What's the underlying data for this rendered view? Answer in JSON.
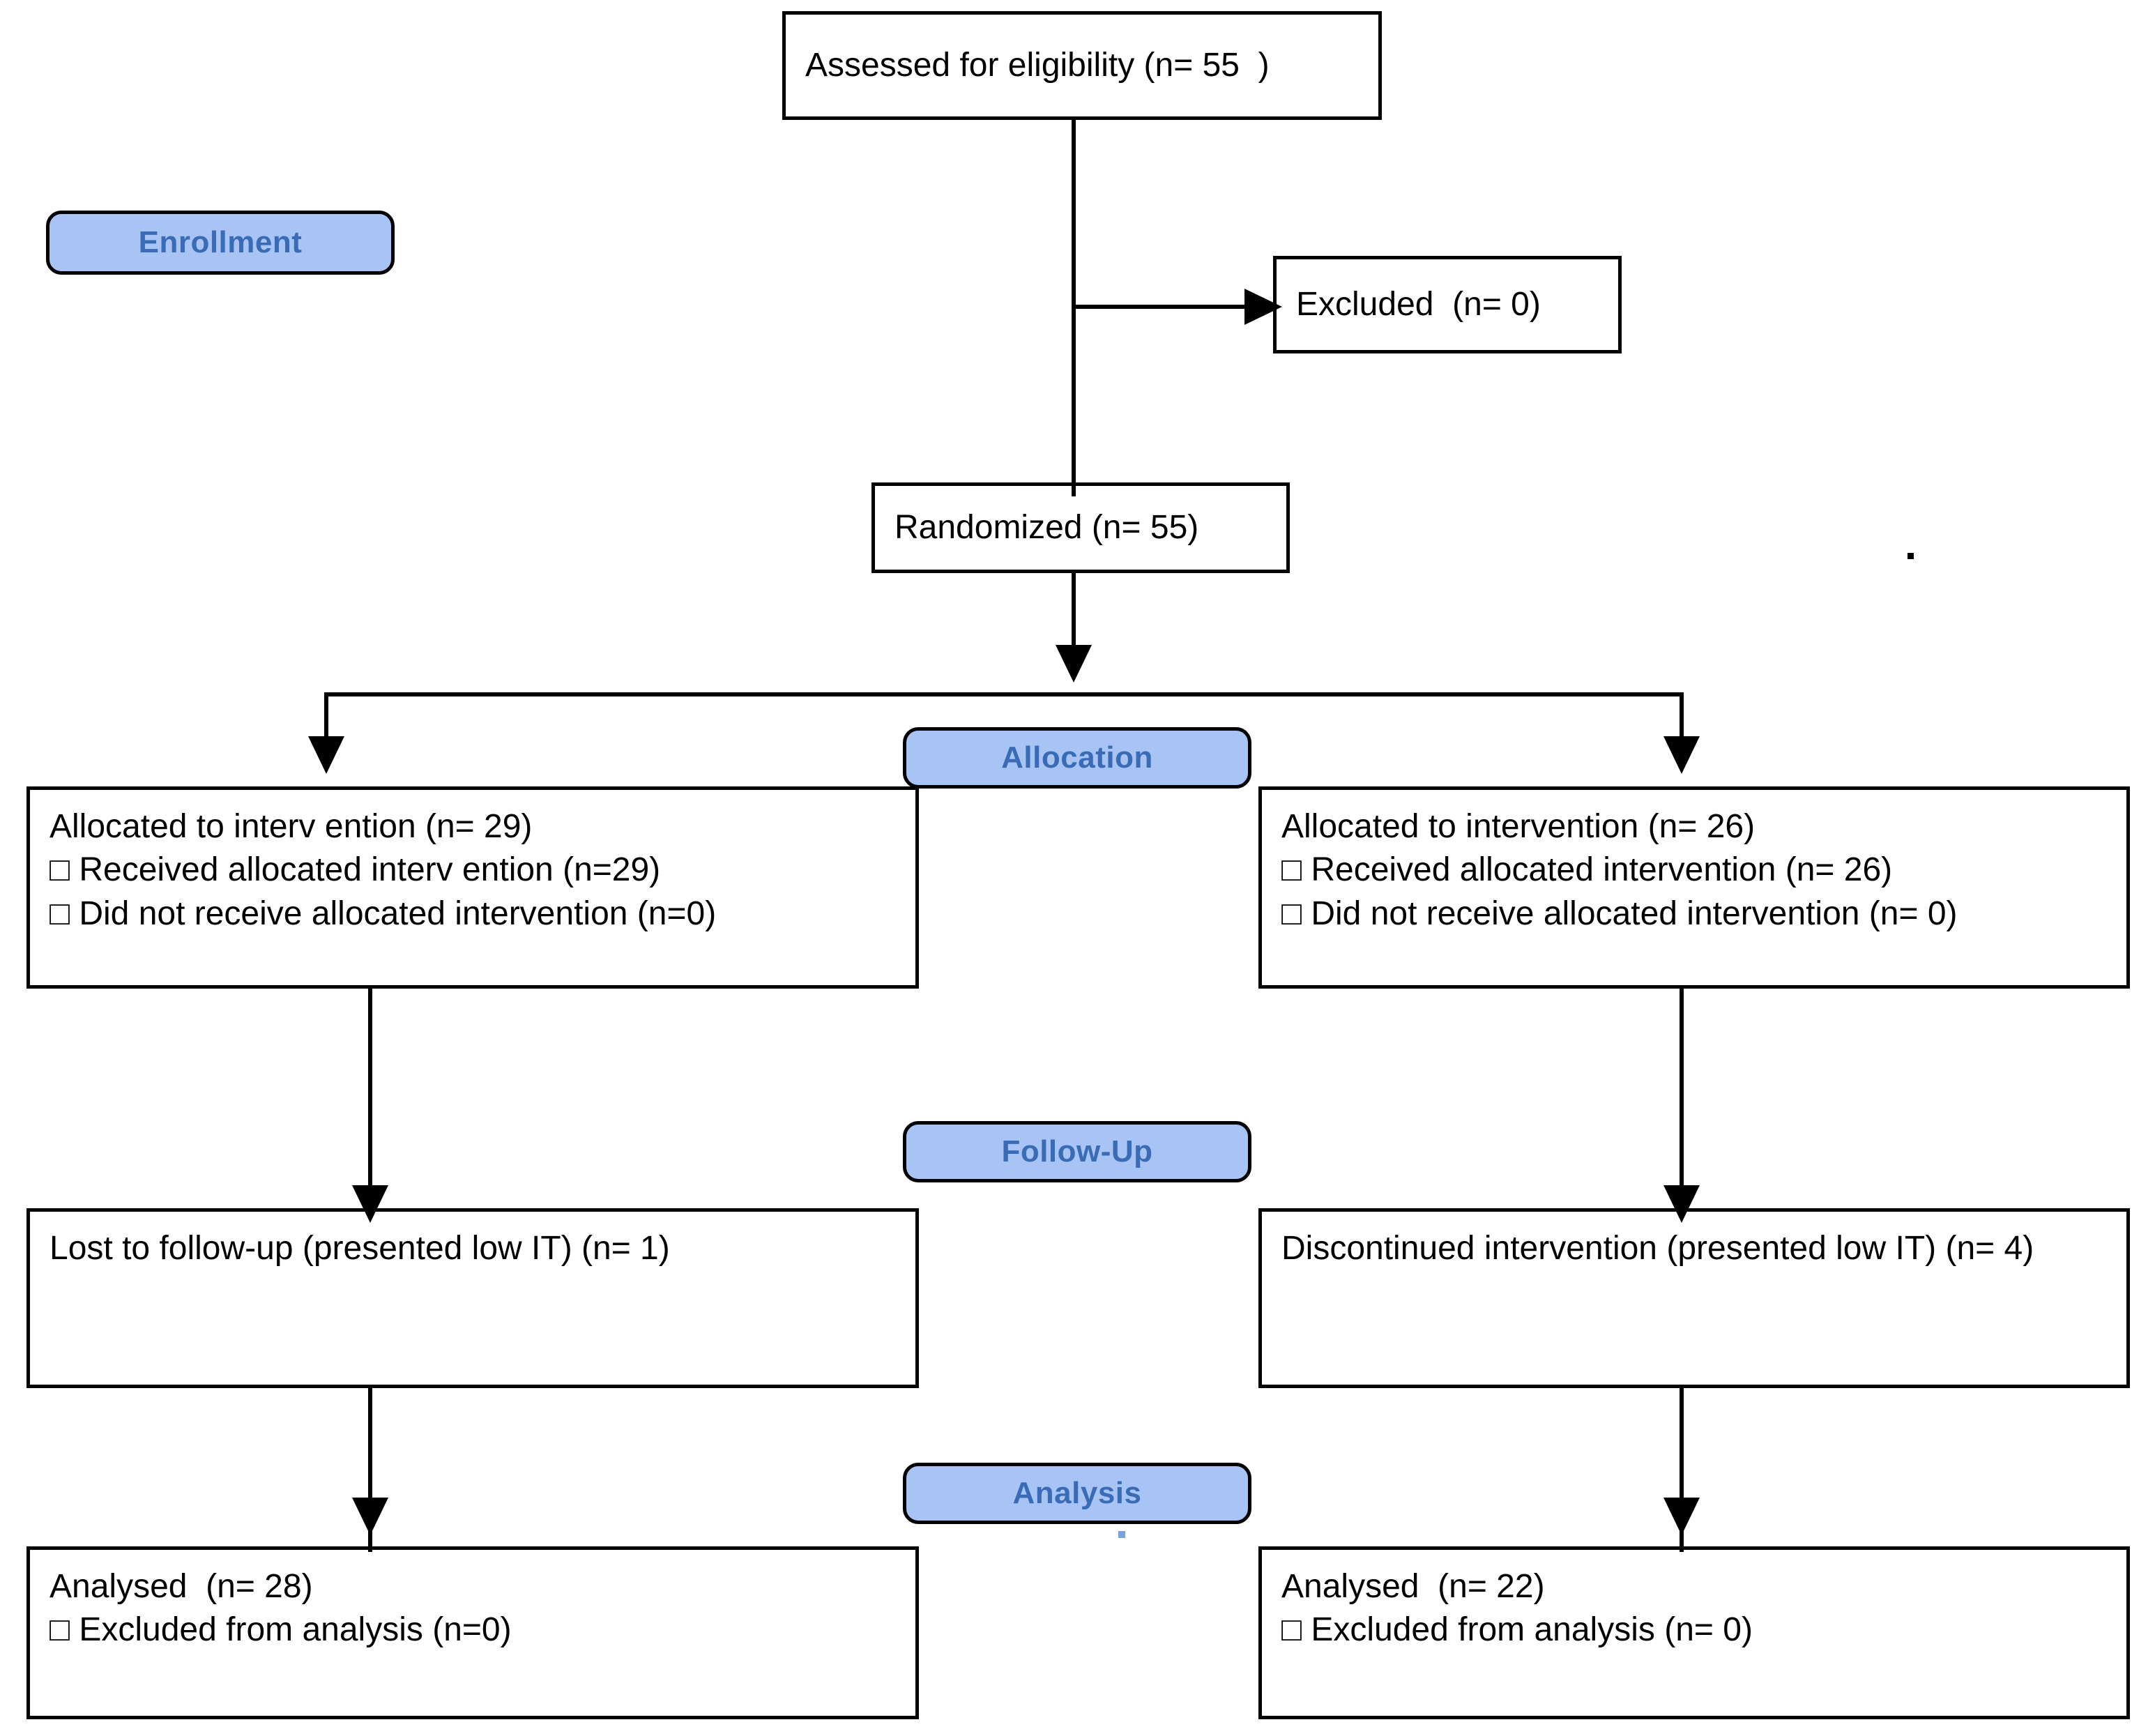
{
  "diagram": {
    "title": "CONSORT participant flow diagram",
    "colors": {
      "stage_fill": "#a8c4f5",
      "stage_text": "#3a6cb5",
      "box_border": "#000000",
      "box_fill": "#ffffff",
      "connector": "#000000"
    }
  },
  "stages": [
    {
      "id": "enrollment",
      "label": "Enrollment"
    },
    {
      "id": "allocation",
      "label": "Allocation"
    },
    {
      "id": "followup",
      "label": "Follow-Up"
    },
    {
      "id": "analysis",
      "label": "Analysis"
    }
  ],
  "nodes": {
    "assessed": {
      "lines": [
        "Assessed for eligibility (n= 55  )"
      ]
    },
    "excluded": {
      "lines": [
        "Excluded  (n= 0)"
      ]
    },
    "randomized": {
      "lines": [
        "Randomized (n= 55)"
      ]
    },
    "allocation_left": {
      "lines": [
        "Allocated to interv ention (n= 29)",
        "□ Received allocated interv ention (n=29)",
        "□ Did not receive allocated intervention (n=0)"
      ]
    },
    "allocation_right": {
      "lines": [
        "Allocated to intervention (n= 26)",
        "□ Received allocated intervention (n= 26)",
        "□ Did not receive allocated intervention (n= 0)"
      ]
    },
    "followup_left": {
      "lines": [
        "Lost to follow-up (presented low IT) (n= 1)"
      ]
    },
    "followup_right": {
      "lines": [
        "Discontinued intervention (presented low IT) (n= 4)"
      ]
    },
    "analysis_left": {
      "lines": [
        "Analysed  (n= 28)",
        "□ Excluded from analysis (n=0)"
      ]
    },
    "analysis_right": {
      "lines": [
        "Analysed  (n= 22)",
        "□ Excluded from analysis (n= 0)"
      ]
    }
  }
}
